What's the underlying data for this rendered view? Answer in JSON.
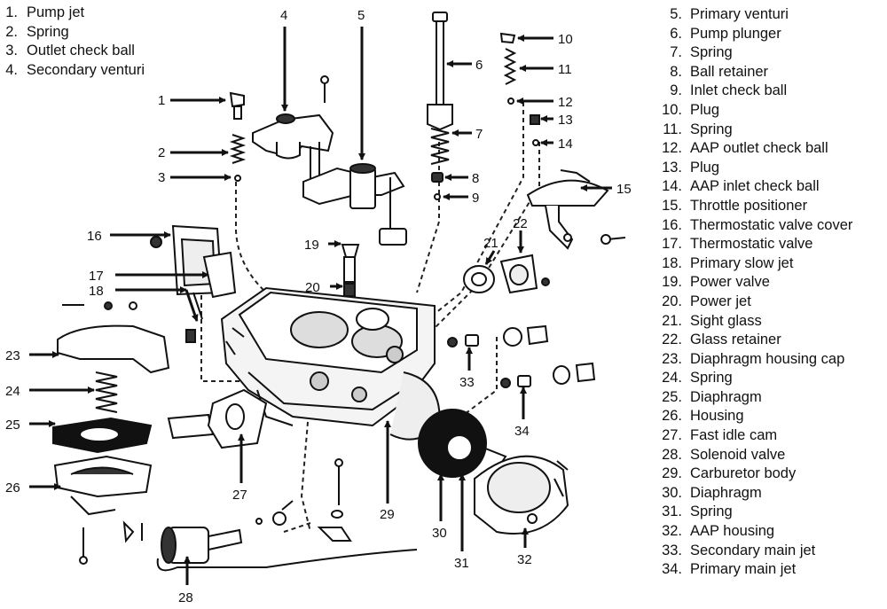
{
  "legend_left": [
    {
      "num": "1.",
      "label": "Pump jet"
    },
    {
      "num": "2.",
      "label": "Spring"
    },
    {
      "num": "3.",
      "label": "Outlet check ball"
    },
    {
      "num": "4.",
      "label": "Secondary venturi"
    }
  ],
  "legend_right": [
    {
      "num": "5.",
      "label": "Primary venturi"
    },
    {
      "num": "6.",
      "label": "Pump plunger"
    },
    {
      "num": "7.",
      "label": "Spring"
    },
    {
      "num": "8.",
      "label": "Ball retainer"
    },
    {
      "num": "9.",
      "label": "Inlet check ball"
    },
    {
      "num": "10.",
      "label": "Plug"
    },
    {
      "num": "11.",
      "label": "Spring"
    },
    {
      "num": "12.",
      "label": "AAP outlet check ball"
    },
    {
      "num": "13.",
      "label": "Plug"
    },
    {
      "num": "14.",
      "label": "AAP inlet check ball"
    },
    {
      "num": "15.",
      "label": "Throttle positioner"
    },
    {
      "num": "16.",
      "label": "Thermostatic valve cover"
    },
    {
      "num": "17.",
      "label": "Thermostatic valve"
    },
    {
      "num": "18.",
      "label": "Primary slow jet"
    },
    {
      "num": "19.",
      "label": "Power valve"
    },
    {
      "num": "20.",
      "label": "Power jet"
    },
    {
      "num": "21.",
      "label": "Sight glass"
    },
    {
      "num": "22.",
      "label": "Glass retainer"
    },
    {
      "num": "23.",
      "label": "Diaphragm housing cap"
    },
    {
      "num": "24.",
      "label": "Spring"
    },
    {
      "num": "25.",
      "label": "Diaphragm"
    },
    {
      "num": "26.",
      "label": "Housing"
    },
    {
      "num": "27.",
      "label": "Fast idle cam"
    },
    {
      "num": "28.",
      "label": "Solenoid valve"
    },
    {
      "num": "29.",
      "label": "Carburetor body"
    },
    {
      "num": "30.",
      "label": "Diaphragm"
    },
    {
      "num": "31.",
      "label": "Spring"
    },
    {
      "num": "32.",
      "label": "AAP housing"
    },
    {
      "num": "33.",
      "label": "Secondary main jet"
    },
    {
      "num": "34.",
      "label": "Primary main jet"
    }
  ],
  "callouts": [
    "1",
    "2",
    "3",
    "4",
    "5",
    "6",
    "7",
    "8",
    "9",
    "10",
    "11",
    "12",
    "13",
    "14",
    "15",
    "16",
    "17",
    "18",
    "19",
    "20",
    "21",
    "22",
    "23",
    "24",
    "25",
    "26",
    "27",
    "28",
    "29",
    "30",
    "31",
    "32",
    "33",
    "34"
  ]
}
